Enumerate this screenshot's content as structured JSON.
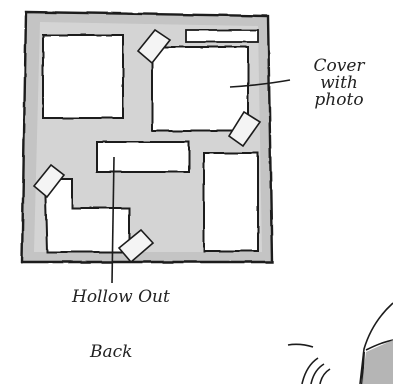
{
  "annotations": {
    "cover_line1": "Cover",
    "cover_line2": "with",
    "cover_line3": "photo",
    "hollow": "Hollow Out",
    "back": "Back"
  },
  "colors": {
    "ink": "#1c1c1c",
    "wash": "#bdbdbd",
    "wash_light": "#d9d9d9",
    "paper": "#ffffff"
  }
}
